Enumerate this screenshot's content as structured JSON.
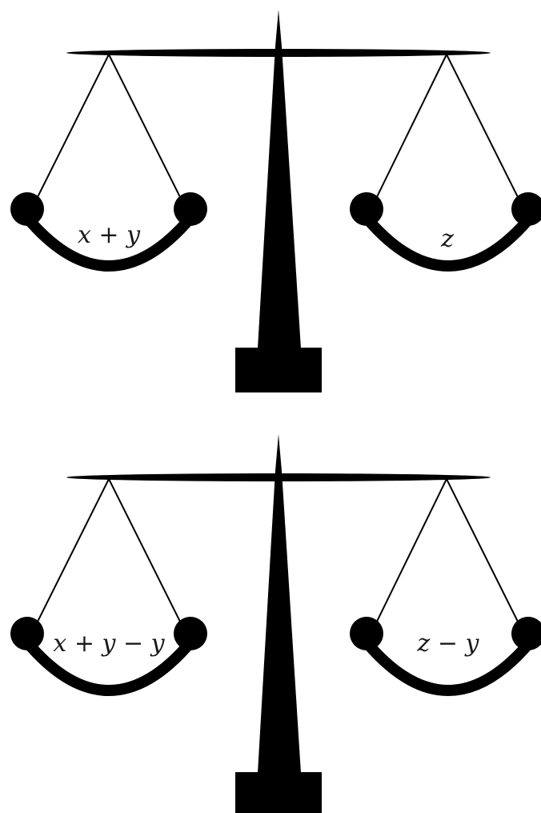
{
  "diagram": {
    "ink_color": "#000000",
    "background_color": "#ffffff",
    "scales": [
      {
        "left_pan_label": "x + y",
        "right_pan_label": "z"
      },
      {
        "left_pan_label": "x + y − y",
        "right_pan_label": "z − y"
      }
    ]
  }
}
